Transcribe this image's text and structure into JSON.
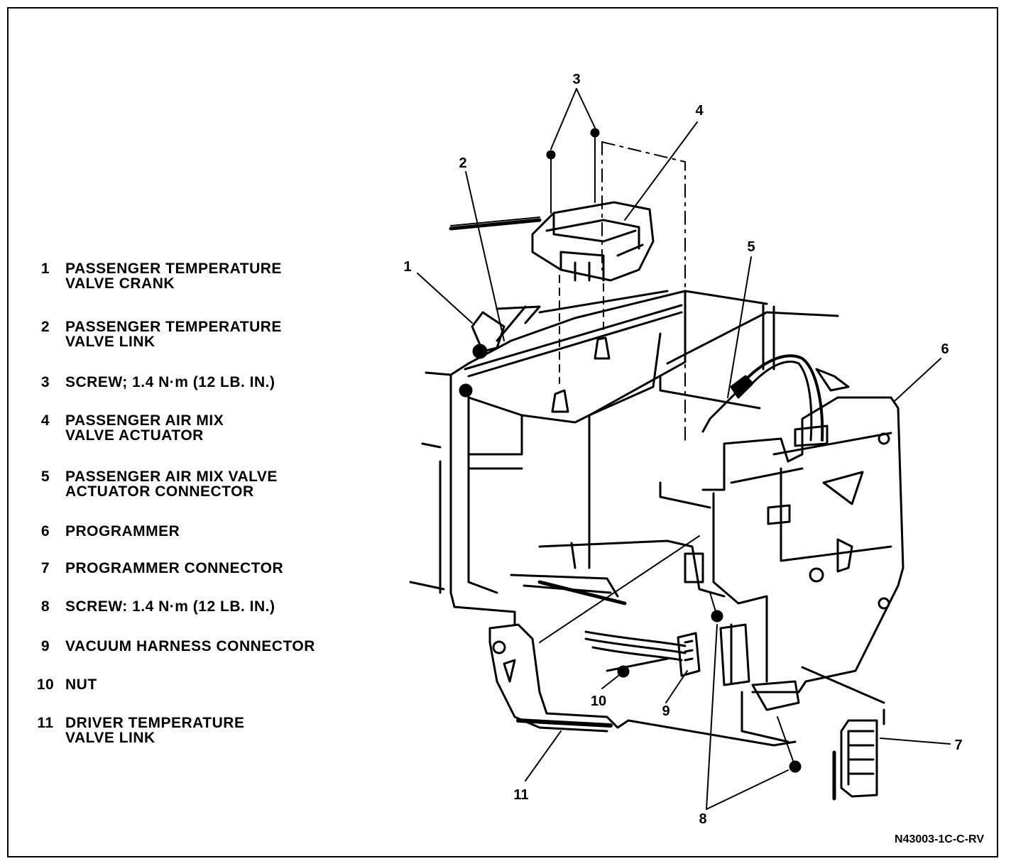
{
  "legend": [
    {
      "num": "1",
      "text": "PASSENGER TEMPERATURE\nVALVE CRANK"
    },
    {
      "num": "2",
      "text": "PASSENGER TEMPERATURE\nVALVE LINK"
    },
    {
      "num": "3",
      "text": "SCREW; 1.4 N·m (12 LB. IN.)"
    },
    {
      "num": "4",
      "text": "PASSENGER AIR MIX\nVALVE ACTUATOR"
    },
    {
      "num": "5",
      "text": "PASSENGER AIR MIX VALVE\nACTUATOR CONNECTOR"
    },
    {
      "num": "6",
      "text": "PROGRAMMER"
    },
    {
      "num": "7",
      "text": "PROGRAMMER CONNECTOR"
    },
    {
      "num": "8",
      "text": "SCREW: 1.4 N·m (12 LB. IN.)"
    },
    {
      "num": "9",
      "text": "VACUUM HARNESS CONNECTOR"
    },
    {
      "num": "10",
      "text": "NUT"
    },
    {
      "num": "11",
      "text": "DRIVER TEMPERATURE\nVALVE LINK"
    }
  ],
  "callouts": [
    "1",
    "2",
    "3",
    "4",
    "5",
    "6",
    "7",
    "8",
    "9",
    "10",
    "11"
  ],
  "reference_code": "N43003-1C-C-RV"
}
